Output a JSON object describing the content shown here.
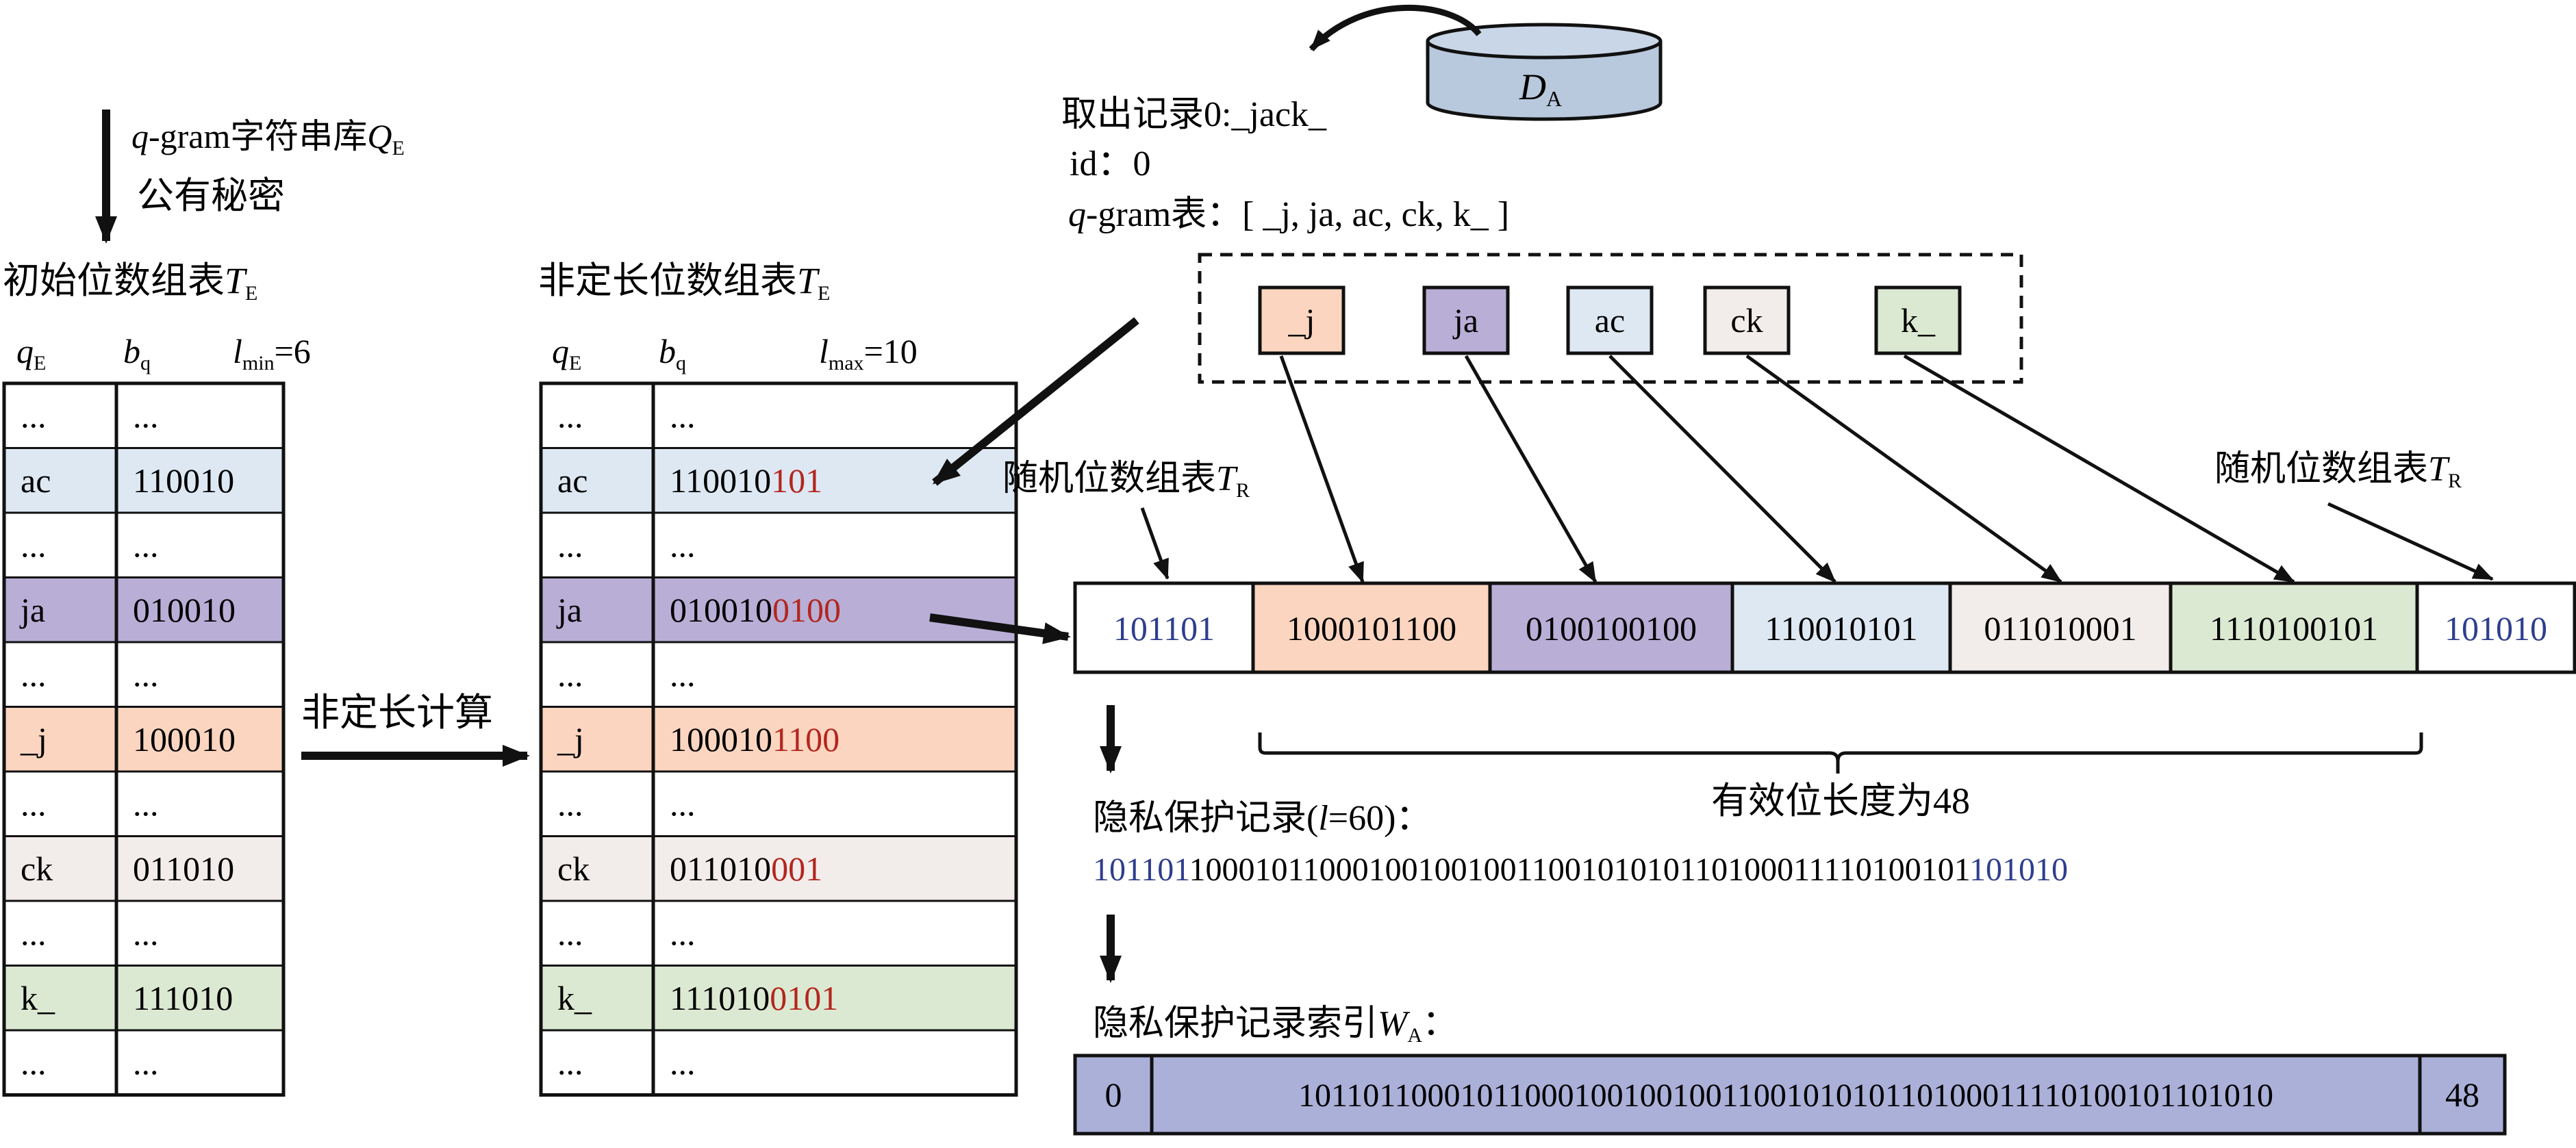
{
  "top_left": {
    "qgram_label_prefix": "q",
    "qgram_label_main": "-gram字符串库",
    "qgram_label_var": "Q",
    "qgram_label_sub": "E",
    "secret_label": "公有秘密"
  },
  "initial_table": {
    "title_main": "初始位数组表",
    "title_var": "T",
    "title_sub": "E",
    "col1_var": "q",
    "col1_sub": "E",
    "col2_var": "b",
    "col2_sub": "q",
    "len_var": "l",
    "len_sub": "min",
    "len_value": "=6",
    "rows": [
      {
        "q": "...",
        "b": "...",
        "color": "#ffffff"
      },
      {
        "q": "ac",
        "b": "110010",
        "color": "#dde8f3"
      },
      {
        "q": "...",
        "b": "...",
        "color": "#ffffff"
      },
      {
        "q": "ja",
        "b": "010010",
        "color": "#b8aed6"
      },
      {
        "q": "...",
        "b": "...",
        "color": "#ffffff"
      },
      {
        "q": "_j",
        "b": "100010",
        "color": "#fbd5bf"
      },
      {
        "q": "...",
        "b": "...",
        "color": "#ffffff"
      },
      {
        "q": "ck",
        "b": "011010",
        "color": "#f2ecea"
      },
      {
        "q": "...",
        "b": "...",
        "color": "#ffffff"
      },
      {
        "q": "k_",
        "b": "111010",
        "color": "#dce9d2"
      },
      {
        "q": "...",
        "b": "...",
        "color": "#ffffff"
      }
    ]
  },
  "compute_label": "非定长计算",
  "variable_table": {
    "title_main": "非定长位数组表",
    "title_var": "T",
    "title_sub": "E",
    "col1_var": "q",
    "col1_sub": "E",
    "col2_var": "b",
    "col2_sub": "q",
    "len_var": "l",
    "len_sub": "max",
    "len_value": "=10",
    "rows": [
      {
        "q": "...",
        "b_black": "...",
        "b_red": "",
        "color": "#ffffff"
      },
      {
        "q": "ac",
        "b_black": "110010",
        "b_red": "101",
        "color": "#dde8f3"
      },
      {
        "q": "...",
        "b_black": "...",
        "b_red": "",
        "color": "#ffffff"
      },
      {
        "q": "ja",
        "b_black": "010010",
        "b_red": "0100",
        "color": "#b8aed6"
      },
      {
        "q": "...",
        "b_black": "...",
        "b_red": "",
        "color": "#ffffff"
      },
      {
        "q": "_j",
        "b_black": "100010",
        "b_red": "1100",
        "color": "#fbd5bf"
      },
      {
        "q": "...",
        "b_black": "...",
        "b_red": "",
        "color": "#ffffff"
      },
      {
        "q": "ck",
        "b_black": "011010",
        "b_red": "001",
        "color": "#f2ecea"
      },
      {
        "q": "...",
        "b_black": "...",
        "b_red": "",
        "color": "#ffffff"
      },
      {
        "q": "k_",
        "b_black": "111010",
        "b_red": "0101",
        "color": "#dce9d2"
      },
      {
        "q": "...",
        "b_black": "...",
        "b_red": "",
        "color": "#ffffff"
      }
    ]
  },
  "database": {
    "var": "D",
    "sub": "A"
  },
  "record_info": {
    "extract_label": "取出记录0:_jack_",
    "id_label": "id：0",
    "qgram_table_prefix": "q",
    "qgram_table_label": "-gram表：[ _j, ja, ac, ck, k_ ]"
  },
  "qgram_boxes": [
    {
      "label": "_j",
      "color": "#fbd5bf"
    },
    {
      "label": "ja",
      "color": "#b8aed6"
    },
    {
      "label": "ac",
      "color": "#dde8f3"
    },
    {
      "label": "ck",
      "color": "#f2ecea"
    },
    {
      "label": "k_",
      "color": "#dce9d2"
    }
  ],
  "random_table_label": {
    "main": "随机位数组表",
    "var": "T",
    "sub": "R"
  },
  "bit_array": [
    {
      "text": "101101",
      "color": "#ffffff",
      "random": true
    },
    {
      "text": "1000101100",
      "color": "#fbd5bf",
      "random": false
    },
    {
      "text": "0100100100",
      "color": "#b8aed6",
      "random": false
    },
    {
      "text": "110010101",
      "color": "#dde8f3",
      "random": false
    },
    {
      "text": "011010001",
      "color": "#f2ecea",
      "random": false
    },
    {
      "text": "1110100101",
      "color": "#dce9d2",
      "random": false
    },
    {
      "text": "101010",
      "color": "#ffffff",
      "random": true
    }
  ],
  "valid_length_label": "有效位长度为48",
  "privacy_record": {
    "label_prefix": "隐私保护记录(",
    "label_var": "l",
    "label_suffix": "=60)：",
    "head_blue": "101101",
    "middle_black": "100010110001001001001100101010110100011110100101",
    "tail_blue": "101010"
  },
  "privacy_index": {
    "label_main": "隐私保护记录索引",
    "label_var": "W",
    "label_sub": "A",
    "label_colon": "：",
    "id_cell": "0",
    "bits_cell": "101101100010110001001001001100101010110100011110100101101010",
    "length_cell": "48",
    "color": "#aab0d8"
  },
  "colors": {
    "red": "#b3261e",
    "blue": "#2e3e8e",
    "border": "#111111"
  }
}
